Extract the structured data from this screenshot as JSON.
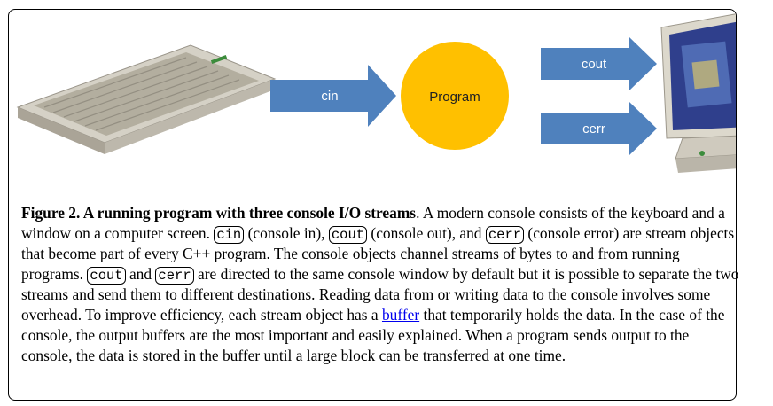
{
  "figure": {
    "diagram": {
      "arrow_in_label": "cin",
      "center_label": "Program",
      "arrow_out_labels": [
        "cout",
        "cerr"
      ],
      "colors": {
        "arrow": "#4f81bd",
        "program_circle": "#ffc000"
      },
      "devices": [
        "keyboard",
        "monitor"
      ]
    },
    "caption": {
      "title": "Figure 2. A running program with three console I/O streams",
      "t1": ". A modern console consists of the keyboard and a window on a computer screen. ",
      "c1": "cin",
      "t2": " (console in), ",
      "c2": "cout",
      "t3": " (console out), and ",
      "c3": "cerr",
      "t4": " (console error) are stream objects that become part of every C++ program. The console objects channel streams of bytes to and from running programs. ",
      "c4": "cout",
      "t5": " and ",
      "c5": "cerr",
      "t6": " are directed to the same console window by default but it is possible to separate the two streams and send them to different destinations. Reading data from or writing data to the console involves some overhead. To improve efficiency, each stream object has a ",
      "link": "buffer",
      "t7": " that temporarily holds the data. In the case of the console, the output buffers are the most important and easily explained. When a program sends output to the console, the data is stored in the buffer until a large block can be transferred at one time."
    }
  }
}
